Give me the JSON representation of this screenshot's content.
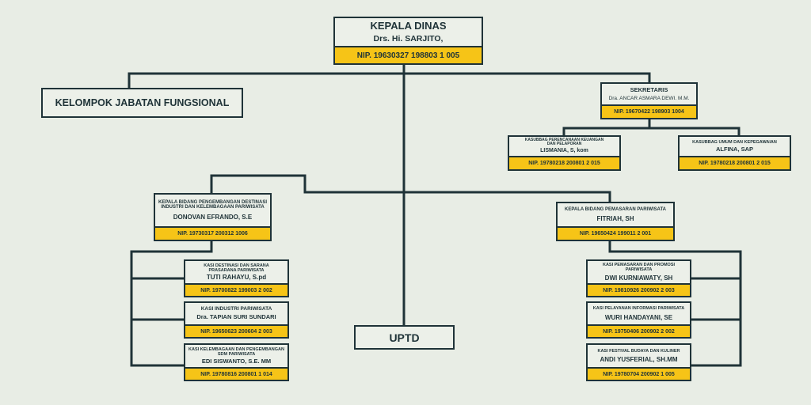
{
  "kepala": {
    "title": "KEPALA DINAS",
    "name": "Drs. Hi. SARJITO,",
    "nip": "NIP. 19630327 198803 1 005"
  },
  "fungsional": {
    "label": "KELOMPOK JABATAN FUNGSIONAL"
  },
  "sekretaris": {
    "title": "SEKRETARIS",
    "name": "Dra. ANCAR ASMARA DEWI. M.M.",
    "nip": "NIP. 19670422 198903 1004"
  },
  "kasubbag_keuangan": {
    "title": "KASUBBAG PERENCANAAN KEUANGAN DAN PELAPORAN",
    "name": "LISMANIA, S, kom",
    "nip": "NIP. 19780218 200801 2 015"
  },
  "kasubbag_umum": {
    "title": "KASUBBAG UMUM DAN KEPEGAWAIAN",
    "name": "ALFINA, SAP",
    "nip": "NIP. 19780218 200801 2 015"
  },
  "kabid_destinasi": {
    "title": "KEPALA BIDANG PENGEMBANGAN DESTINASI INDUSTRI DAN KELEMBAGAAN PARIWISATA",
    "name": "DONOVAN EFRANDO, S.E",
    "nip": "NIP. 19730317 200312 1006"
  },
  "kabid_pemasaran": {
    "title": "KEPALA BIDANG PEMASARAN PARIWISATA",
    "name": "FITRIAH, SH",
    "nip": "NIP. 19650424 199011 2 001"
  },
  "kasi_destinasi": {
    "title": "KASI DESTINASI DAN SARANA PRASARANA PARIWISATA",
    "name": "TUTI RAHAYU, S.pd",
    "nip": "NIP. 19700822 199003 2 002"
  },
  "kasi_industri": {
    "title": "KASI INDUSTRI PARIWISATA",
    "name": "Dra. TAPIAN SURI SUNDARI",
    "nip": "NIP. 19650623 200604 2 003"
  },
  "kasi_kelembagaan": {
    "title": "KASI KELEMBAGAAN DAN PENGEMBANGAN SDM PARIWISATA",
    "name": "EDI SISWANTO, S.E. MM",
    "nip": "NIP. 19780816 200801 1 014"
  },
  "kasi_promosi": {
    "title": "KASI PEMASARAN DAN PROMOSI PARIWISATA",
    "name": "DWI KURNIAWATY, SH",
    "nip": "NIP. 19810926 200902 2 003"
  },
  "kasi_informasi": {
    "title": "KASI PELAYANAN INFORMASI PARIWISATA",
    "name": "WURI HANDAYANI, SE",
    "nip": "NIP. 19750406 200902 2 002"
  },
  "kasi_festival": {
    "title": "KASI FESTIVAL BUDAYA DAN KULINER",
    "name": "ANDI YUSFERIAL, SH.MM",
    "nip": "NIP. 19780704 200902 1 005"
  },
  "uptd": {
    "label": "UPTD"
  }
}
